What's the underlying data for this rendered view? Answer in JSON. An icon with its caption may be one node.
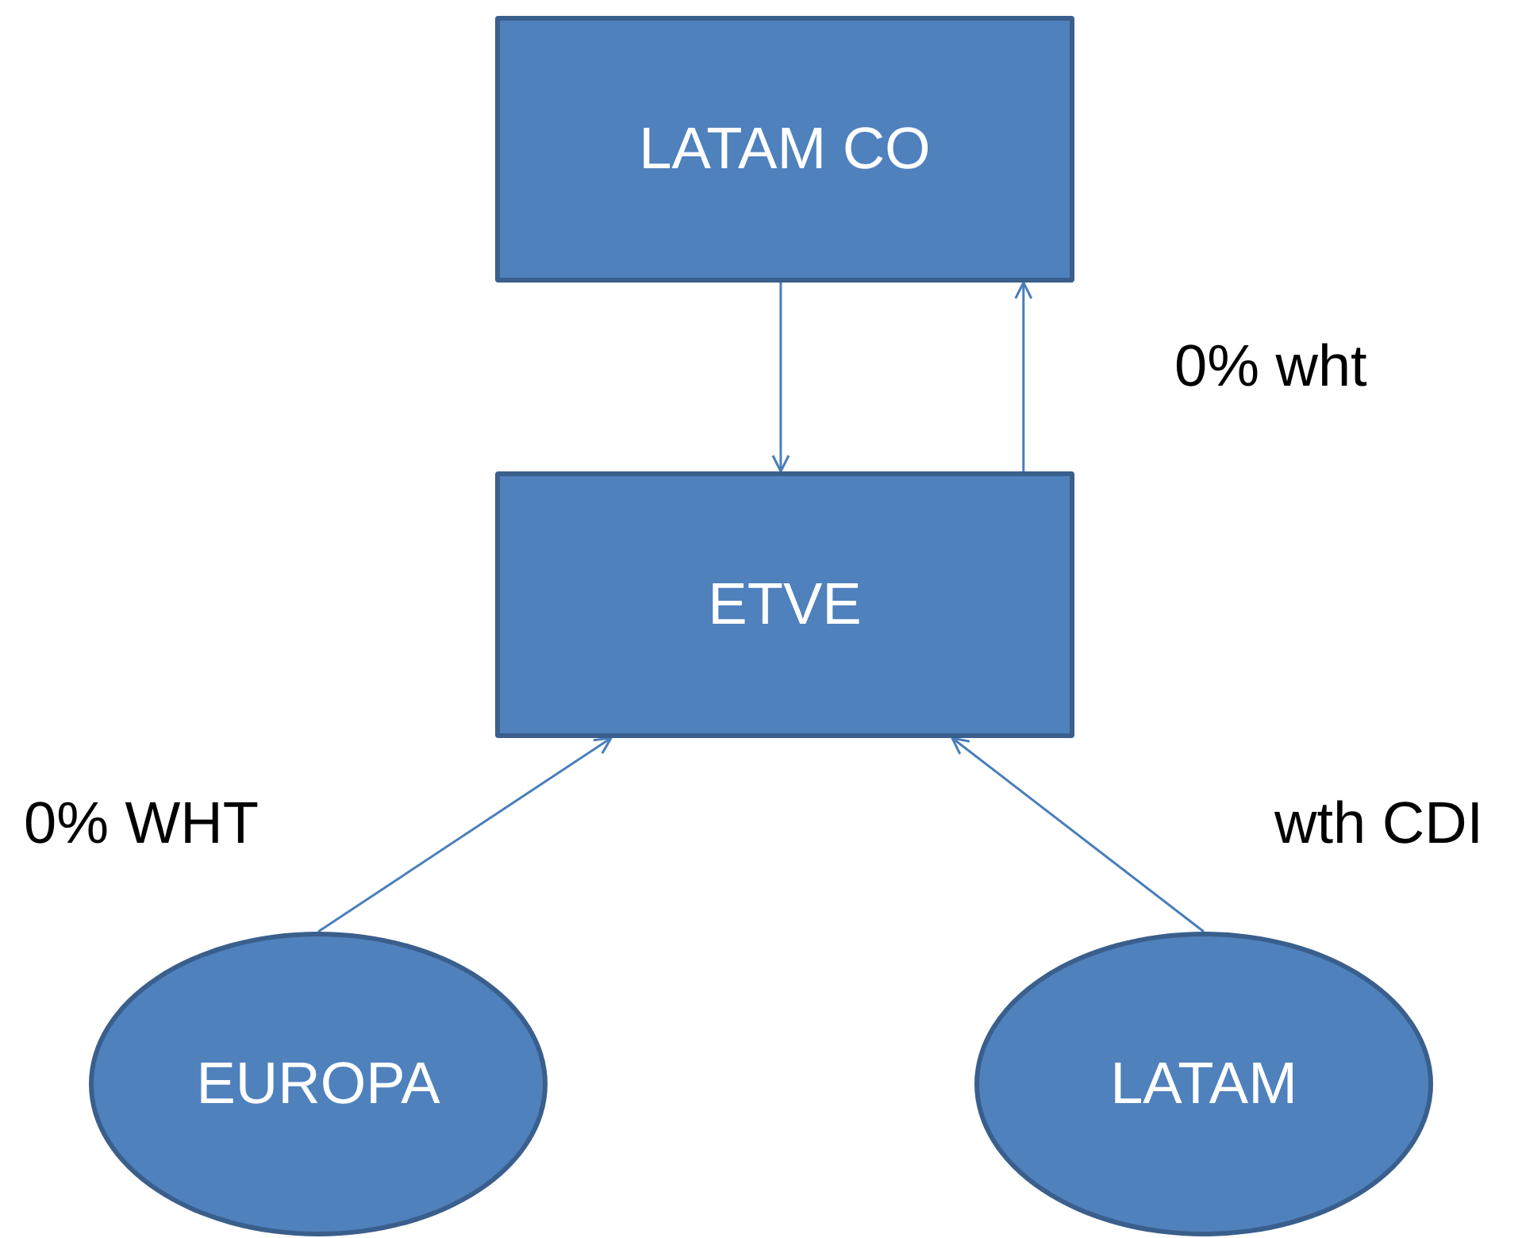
{
  "diagram": {
    "nodes": [
      {
        "text": [
          "LATAM CO"
        ]
      },
      {
        "text": [
          "ETVE"
        ]
      },
      {
        "text": [
          "EUROPA"
        ]
      },
      {
        "text": [
          "LATAM"
        ]
      }
    ],
    "edges": [
      {
        "from": 0,
        "to": 1,
        "arrow": "to"
      },
      {
        "from": 1,
        "to": 0,
        "arrow": "to"
      },
      {
        "from": 2,
        "to": 1,
        "arrow": "to"
      },
      {
        "from": 3,
        "to": 1,
        "arrow": "to"
      }
    ],
    "labels": [
      "0% wht",
      "0% WHT",
      "wth CDI"
    ]
  }
}
